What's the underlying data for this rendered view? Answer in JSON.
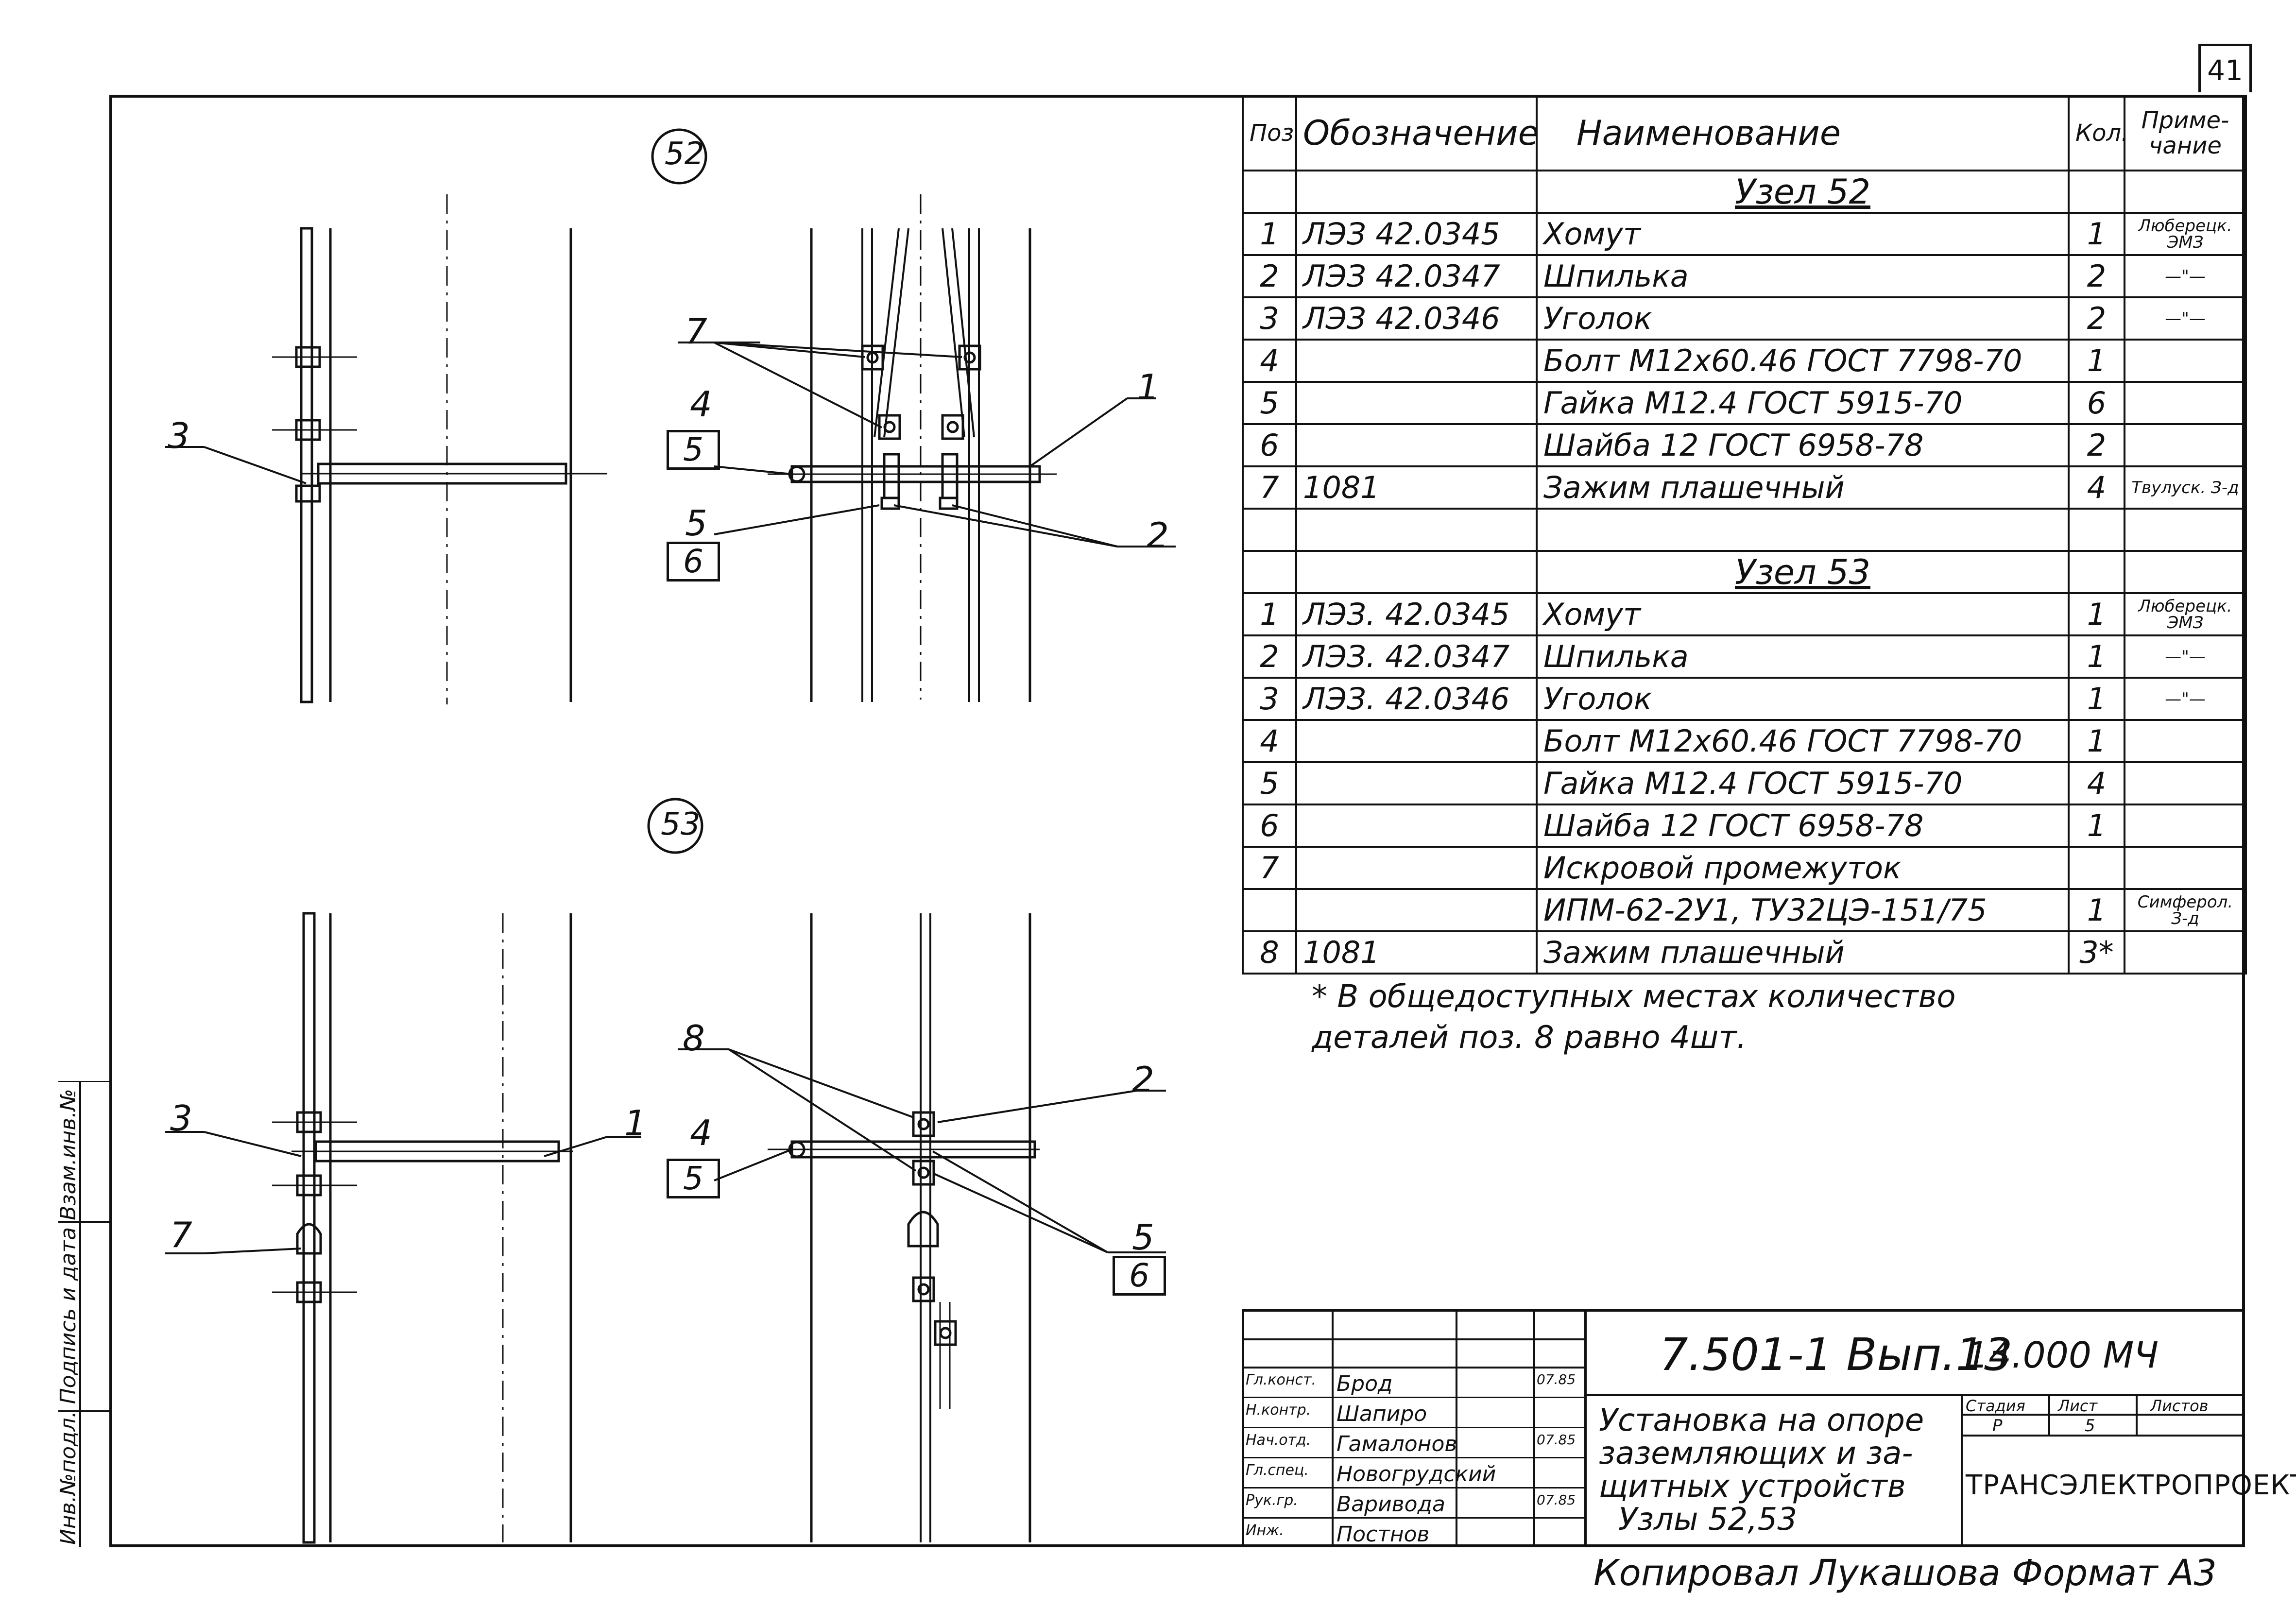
{
  "sheet_number": "41",
  "node_labels": {
    "node52": "52",
    "node53": "53"
  },
  "callouts_52": {
    "left_3": "3",
    "c7": "7",
    "c4": "4",
    "c5a": "5",
    "c5b": "5",
    "c6": "6",
    "c1": "1",
    "c2": "2"
  },
  "callouts_53": {
    "left_3": "3",
    "left_1": "1",
    "left_7": "7",
    "c8": "8",
    "c2": "2",
    "c4": "4",
    "c5a": "5",
    "c5b": "5",
    "c6": "6"
  },
  "spec_table": {
    "headers": {
      "pos": "Поз.",
      "designation": "Обозначение",
      "name": "Наименование",
      "qty": "Кол.",
      "note": "Приме-чание"
    },
    "section52": "Узел 52",
    "rows52": [
      {
        "pos": "1",
        "designation": "ЛЭЗ 42.0345",
        "name": "Хомут",
        "qty": "1",
        "note": "Люберецк. ЭМЗ"
      },
      {
        "pos": "2",
        "designation": "ЛЭЗ 42.0347",
        "name": "Шпилька",
        "qty": "2",
        "note": "—\"—"
      },
      {
        "pos": "3",
        "designation": "ЛЭЗ 42.0346",
        "name": "Уголок",
        "qty": "2",
        "note": "—\"—"
      },
      {
        "pos": "4",
        "designation": "",
        "name": "Болт М12х60.46 ГОСТ 7798-70",
        "qty": "1",
        "note": ""
      },
      {
        "pos": "5",
        "designation": "",
        "name": "Гайка М12.4 ГОСТ 5915-70",
        "qty": "6",
        "note": ""
      },
      {
        "pos": "6",
        "designation": "",
        "name": "Шайба 12 ГОСТ 6958-78",
        "qty": "2",
        "note": ""
      },
      {
        "pos": "7",
        "designation": "1081",
        "name": "Зажим плашечный",
        "qty": "4",
        "note": "Твулуск. З-д"
      }
    ],
    "section53": "Узел 53",
    "rows53": [
      {
        "pos": "1",
        "designation": "ЛЭЗ. 42.0345",
        "name": "Хомут",
        "qty": "1",
        "note": "Люберецк. ЭМЗ"
      },
      {
        "pos": "2",
        "designation": "ЛЭЗ. 42.0347",
        "name": "Шпилька",
        "qty": "1",
        "note": "—\"—"
      },
      {
        "pos": "3",
        "designation": "ЛЭЗ. 42.0346",
        "name": "Уголок",
        "qty": "1",
        "note": "—\"—"
      },
      {
        "pos": "4",
        "designation": "",
        "name": "Болт М12х60.46 ГОСТ 7798-70",
        "qty": "1",
        "note": ""
      },
      {
        "pos": "5",
        "designation": "",
        "name": "Гайка М12.4 ГОСТ 5915-70",
        "qty": "4",
        "note": ""
      },
      {
        "pos": "6",
        "designation": "",
        "name": "Шайба 12 ГОСТ 6958-78",
        "qty": "1",
        "note": ""
      },
      {
        "pos": "7",
        "designation": "",
        "name": "Искровой промежуток",
        "qty": "",
        "note": ""
      },
      {
        "pos": "",
        "designation": "",
        "name": "ИПМ-62-2У1, ТУ32ЦЭ-151/75",
        "qty": "1",
        "note": "Симферол. З-д"
      },
      {
        "pos": "8",
        "designation": "1081",
        "name": "Зажим плашечный",
        "qty": "3*",
        "note": ""
      }
    ]
  },
  "footnote": {
    "line1": "* В общедоступных местах количество",
    "line2": "деталей поз. 8 равно 4шт."
  },
  "stamp": {
    "doc_code": "7.501-1 Вып.13",
    "doc_suffix": "14.000 МЧ",
    "title_line1": "Установка на опоре",
    "title_line2": "заземляющих и за-",
    "title_line3": "щитных устройств",
    "title_line4": "Узлы 52,53",
    "stage_label": "Стадия",
    "sheet_label": "Лист",
    "sheets_label": "Листов",
    "stage_value": "Р",
    "sheet_value": "5",
    "company": "ТРАНСЭЛЕКТРОПРОЕКТ",
    "roles": [
      {
        "role": "Гл.конст.",
        "name": "Брод",
        "date": "07.85"
      },
      {
        "role": "Н.контр.",
        "name": "Шапиро",
        "date": ""
      },
      {
        "role": "Нач.отд.",
        "name": "Гамалонов",
        "date": "07.85"
      },
      {
        "role": "Гл.спец.",
        "name": "Новогрудский",
        "date": ""
      },
      {
        "role": "Рук.гр.",
        "name": "Варивода",
        "date": "07.85"
      },
      {
        "role": "Инж.",
        "name": "Постнов",
        "date": ""
      }
    ]
  },
  "copied_by": "Копировал Лукашова Формат А3",
  "side_strip": "Инв.№подл. Подпись и дата Взам.инв.№"
}
